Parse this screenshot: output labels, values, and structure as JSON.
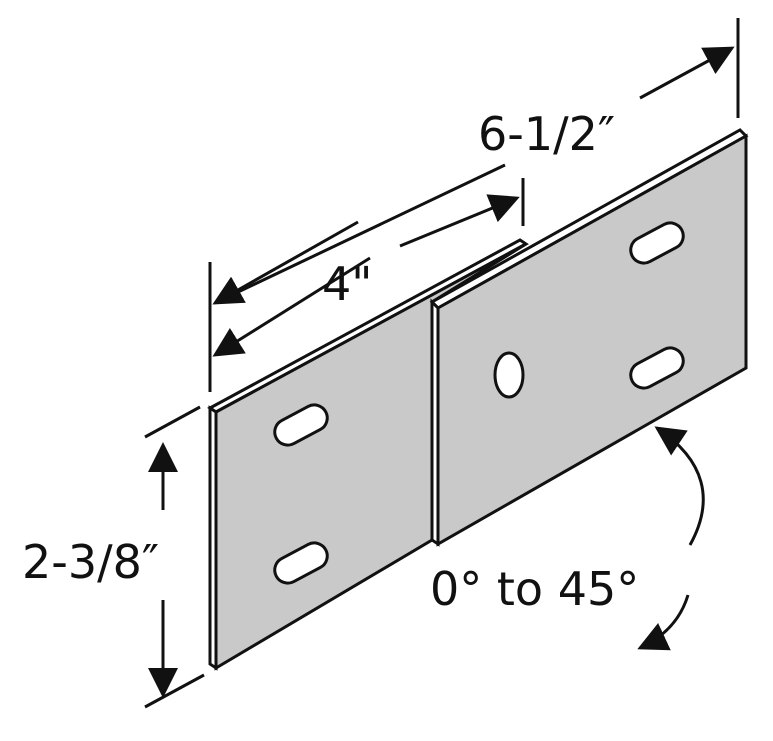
{
  "dimensions": {
    "overall_length": "6-1/2″",
    "left_plate_length": "4\"",
    "height": "2-3/8″",
    "angle_range": "0° to 45°"
  },
  "colors": {
    "plate_face": "#c9c9c9",
    "plate_edge": "#ffffff",
    "outline": "#111111"
  }
}
